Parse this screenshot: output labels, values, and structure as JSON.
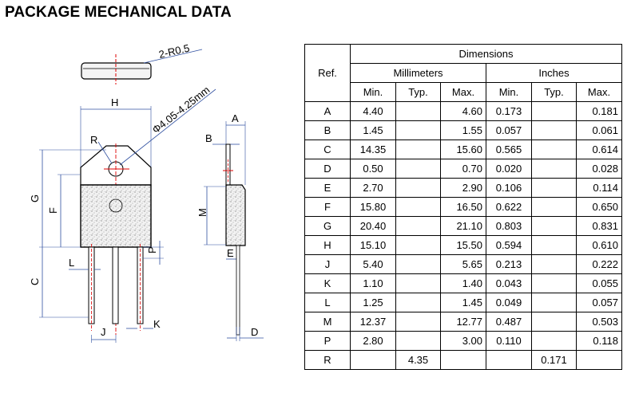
{
  "title": "PACKAGE MECHANICAL DATA",
  "drawing": {
    "labels": {
      "radius_note": "2-R0.5",
      "hole_note": "Φ4.05-4.25mm",
      "H": "H",
      "R": "R",
      "G": "G",
      "F": "F",
      "C": "C",
      "L": "L",
      "P": "P",
      "J": "J",
      "K": "K",
      "A": "A",
      "B": "B",
      "M": "M",
      "E": "E",
      "D": "D"
    }
  },
  "table": {
    "header": {
      "ref": "Ref.",
      "dimensions": "Dimensions",
      "millimeters": "Millimeters",
      "inches": "Inches",
      "min": "Min.",
      "typ": "Typ.",
      "max": "Max."
    },
    "rows": [
      {
        "ref": "A",
        "mm_min": "4.40",
        "mm_typ": "",
        "mm_max": "4.60",
        "in_min": "0.173",
        "in_typ": "",
        "in_max": "0.181"
      },
      {
        "ref": "B",
        "mm_min": "1.45",
        "mm_typ": "",
        "mm_max": "1.55",
        "in_min": "0.057",
        "in_typ": "",
        "in_max": "0.061"
      },
      {
        "ref": "C",
        "mm_min": "14.35",
        "mm_typ": "",
        "mm_max": "15.60",
        "in_min": "0.565",
        "in_typ": "",
        "in_max": "0.614"
      },
      {
        "ref": "D",
        "mm_min": "0.50",
        "mm_typ": "",
        "mm_max": "0.70",
        "in_min": "0.020",
        "in_typ": "",
        "in_max": "0.028"
      },
      {
        "ref": "E",
        "mm_min": "2.70",
        "mm_typ": "",
        "mm_max": "2.90",
        "in_min": "0.106",
        "in_typ": "",
        "in_max": "0.114"
      },
      {
        "ref": "F",
        "mm_min": "15.80",
        "mm_typ": "",
        "mm_max": "16.50",
        "in_min": "0.622",
        "in_typ": "",
        "in_max": "0.650"
      },
      {
        "ref": "G",
        "mm_min": "20.40",
        "mm_typ": "",
        "mm_max": "21.10",
        "in_min": "0.803",
        "in_typ": "",
        "in_max": "0.831"
      },
      {
        "ref": "H",
        "mm_min": "15.10",
        "mm_typ": "",
        "mm_max": "15.50",
        "in_min": "0.594",
        "in_typ": "",
        "in_max": "0.610"
      },
      {
        "ref": "J",
        "mm_min": "5.40",
        "mm_typ": "",
        "mm_max": "5.65",
        "in_min": "0.213",
        "in_typ": "",
        "in_max": "0.222"
      },
      {
        "ref": "K",
        "mm_min": "1.10",
        "mm_typ": "",
        "mm_max": "1.40",
        "in_min": "0.043",
        "in_typ": "",
        "in_max": "0.055"
      },
      {
        "ref": "L",
        "mm_min": "1.25",
        "mm_typ": "",
        "mm_max": "1.45",
        "in_min": "0.049",
        "in_typ": "",
        "in_max": "0.057"
      },
      {
        "ref": "M",
        "mm_min": "12.37",
        "mm_typ": "",
        "mm_max": "12.77",
        "in_min": "0.487",
        "in_typ": "",
        "in_max": "0.503"
      },
      {
        "ref": "P",
        "mm_min": "2.80",
        "mm_typ": "",
        "mm_max": "3.00",
        "in_min": "0.110",
        "in_typ": "",
        "in_max": "0.118"
      },
      {
        "ref": "R",
        "mm_min": "",
        "mm_typ": "4.35",
        "mm_max": "",
        "in_min": "",
        "in_typ": "0.171",
        "in_max": ""
      }
    ]
  }
}
